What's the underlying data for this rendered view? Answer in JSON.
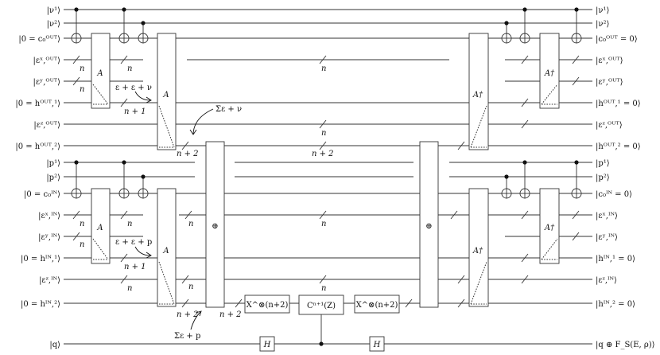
{
  "wires": [
    {
      "left": "|ν¹⟩",
      "right": "|ν¹⟩"
    },
    {
      "left": "|ν²⟩",
      "right": "|ν²⟩"
    },
    {
      "left": "|0 = c₀ᴼᵁᵀ⟩",
      "right": "|c₀ᴼᵁᵀ = 0⟩"
    },
    {
      "left": "|εˣ,ᴼᵁᵀ⟩",
      "right": "|εˣ,ᴼᵁᵀ⟩"
    },
    {
      "left": "|εʸ,ᴼᵁᵀ⟩",
      "right": "|εʸ,ᴼᵁᵀ⟩"
    },
    {
      "left": "|0 = hᴼᵁᵀ,¹⟩",
      "right": "|hᴼᵁᵀ,¹ = 0⟩"
    },
    {
      "left": "|εᶻ,ᴼᵁᵀ⟩",
      "right": "|εᶻ,ᴼᵁᵀ⟩"
    },
    {
      "left": "|0 = hᴼᵁᵀ,²⟩",
      "right": "|hᴼᵁᵀ,² = 0⟩"
    },
    {
      "left": "|p¹⟩",
      "right": "|p¹⟩"
    },
    {
      "left": "|p²⟩",
      "right": "|p²⟩"
    },
    {
      "left": "|0 = c₀ᴵᴺ⟩",
      "right": "|c₀ᴵᴺ = 0⟩"
    },
    {
      "left": "|εˣ,ᴵᴺ⟩",
      "right": "|εˣ,ᴵᴺ⟩"
    },
    {
      "left": "|εʸ,ᴵᴺ⟩",
      "right": "|εʸ,ᴵᴺ⟩"
    },
    {
      "left": "|0 = hᴵᴺ,¹⟩",
      "right": "|hᴵᴺ,¹ = 0⟩"
    },
    {
      "left": "|εᶻ,ᴵᴺ⟩",
      "right": "|εᶻ,ᴵᴺ⟩"
    },
    {
      "left": "|0 = hᴵᴺ,²⟩",
      "right": "|hᴵᴺ,² = 0⟩"
    },
    {
      "left": "|q⟩",
      "right": "|q ⊕ F_S(E, ρ)⟩"
    }
  ],
  "gates": {
    "adder": "A",
    "adder_inverse": "A†",
    "xor": "⊕",
    "hadamard": "H",
    "x_layer": "X^⊗(n+2)",
    "multi_controlled_z": "Cⁿ⁺¹(Z)"
  },
  "annotations": {
    "n": "n",
    "n_plus_1": "n + 1",
    "n_plus_2": "n + 2",
    "sum_out": "ε + ε + ν",
    "sum_in": "ε + ε + p",
    "sigma_out": "Σε + ν",
    "sigma_in": "Σε + p"
  }
}
